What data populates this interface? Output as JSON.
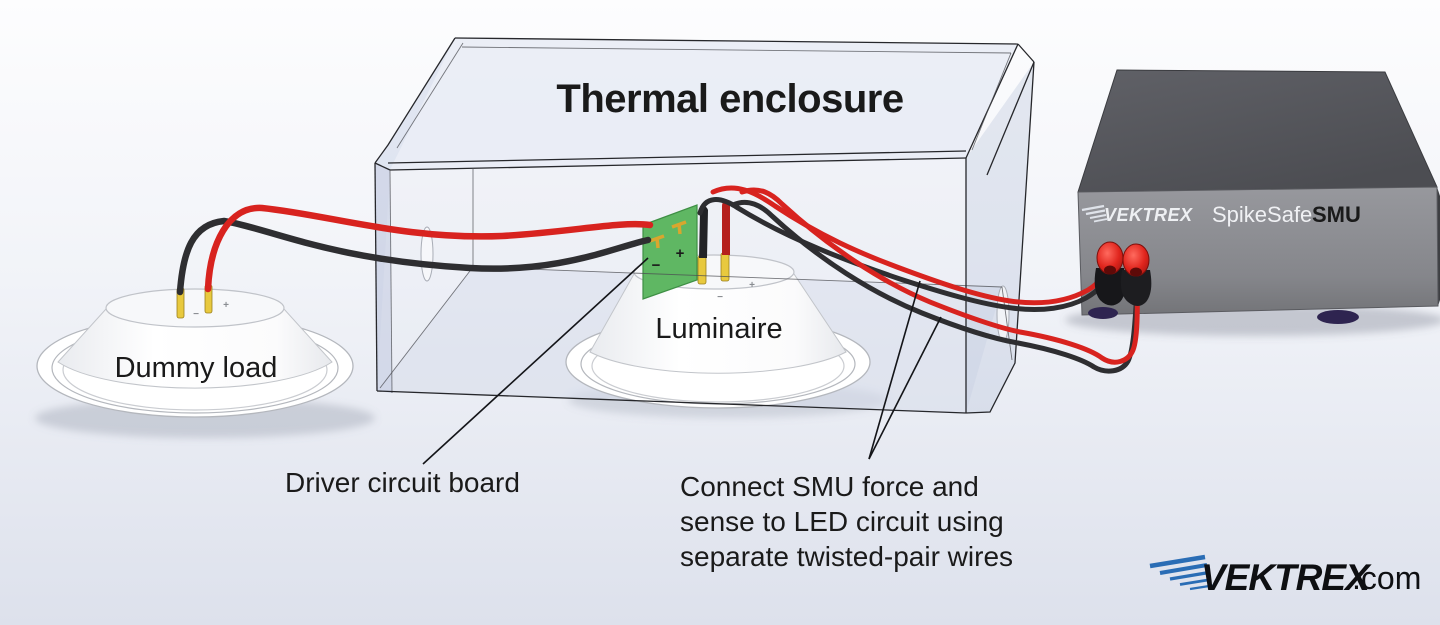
{
  "enclosure": {
    "title": "Thermal enclosure"
  },
  "dummy_load": {
    "label": "Dummy load"
  },
  "luminaire": {
    "label": "Luminaire"
  },
  "pcb": {
    "plus": "+",
    "minus": "−"
  },
  "smu": {
    "brand": "VEKTREX",
    "product": "SpikeSafe",
    "product_suffix": "SMU"
  },
  "annotations": {
    "driver_board": "Driver circuit board",
    "connect_smu": {
      "line1": "Connect SMU force and",
      "line2": "sense to LED circuit using",
      "line3": "separate twisted-pair wires"
    }
  },
  "footer": {
    "brand": "VEKTREX",
    "suffix": ".com"
  },
  "colors": {
    "wire_red": "#d8231f",
    "wire_black": "#2e2e31",
    "pcb_green": "#5fb763",
    "smu_blue": "#2f7bd0",
    "logo_blue": "#2a6db5"
  }
}
